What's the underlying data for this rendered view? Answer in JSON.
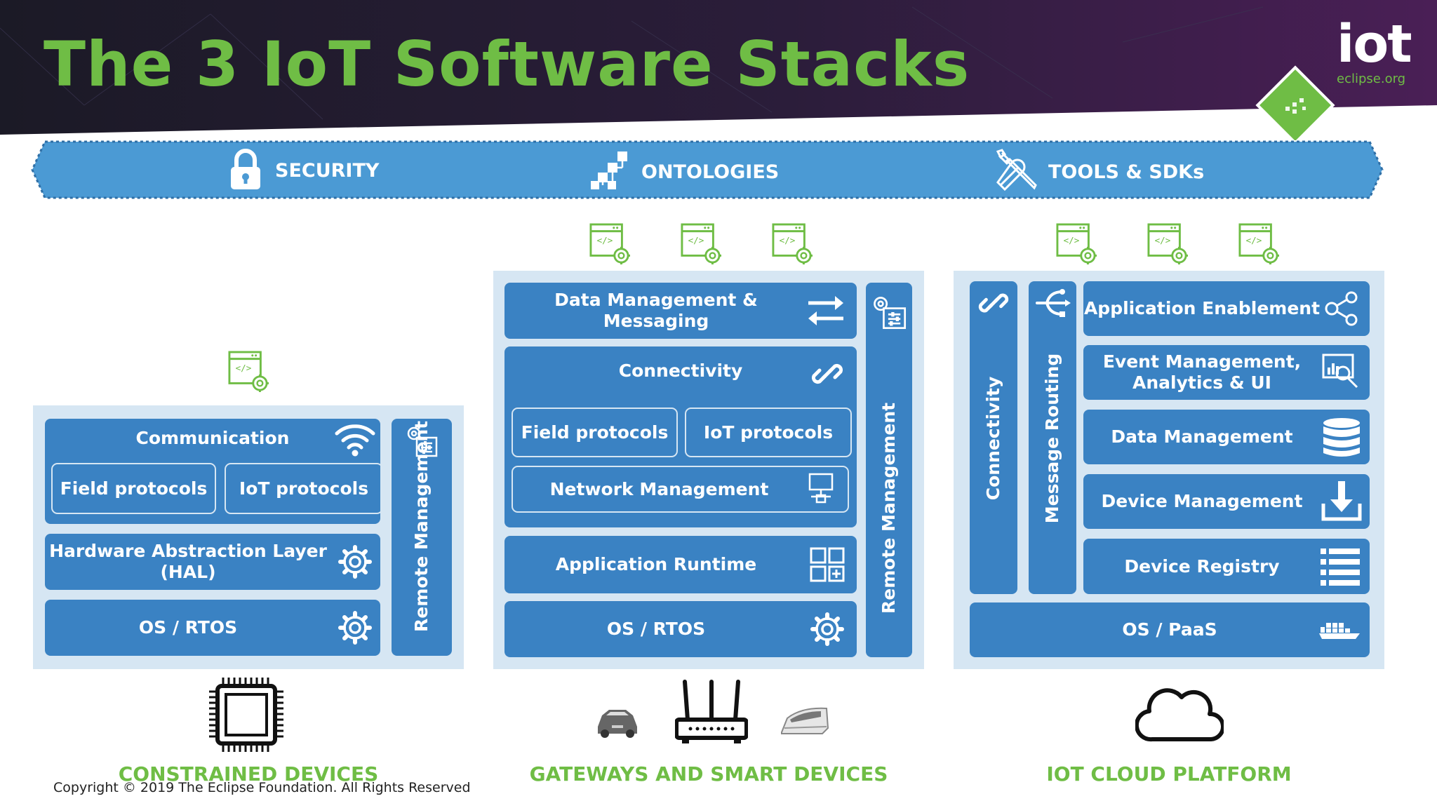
{
  "header": {
    "title": "The 3 IoT Software Stacks",
    "logo_text": "iot",
    "logo_sub": "eclipse.org"
  },
  "banner": {
    "security": "SECURITY",
    "ontologies": "ONTOLOGIES",
    "tools": "TOOLS & SDKs"
  },
  "constrained": {
    "communication": "Communication",
    "field_protocols": "Field protocols",
    "iot_protocols": "IoT protocols",
    "hal": "Hardware Abstraction Layer (HAL)",
    "os": "OS / RTOS",
    "remote_management": "Remote Management",
    "caption": "CONSTRAINED DEVICES"
  },
  "gateway": {
    "data_management": "Data Management & Messaging",
    "connectivity": "Connectivity",
    "field_protocols": "Field protocols",
    "iot_protocols": "IoT protocols",
    "network_management": "Network Management",
    "app_runtime": "Application Runtime",
    "os": "OS / RTOS",
    "remote_management": "Remote Management",
    "caption": "GATEWAYS AND SMART DEVICES"
  },
  "cloud": {
    "connectivity": "Connectivity",
    "message_routing": "Message Routing",
    "app_enablement": "Application Enablement",
    "event_management": "Event Management, Analytics & UI",
    "data_management": "Data Management",
    "device_management": "Device Management",
    "device_registry": "Device Registry",
    "os": "OS / PaaS",
    "caption": "IOT CLOUD PLATFORM"
  },
  "copyright": "Copyright © 2019 The Eclipse Foundation. All Rights Reserved",
  "colors": {
    "green": "#6fbd45",
    "blue": "#3a82c3",
    "light_blue": "#d6e6f3",
    "banner": "#4b9ad4",
    "header_dark": "#1e1b2c"
  }
}
